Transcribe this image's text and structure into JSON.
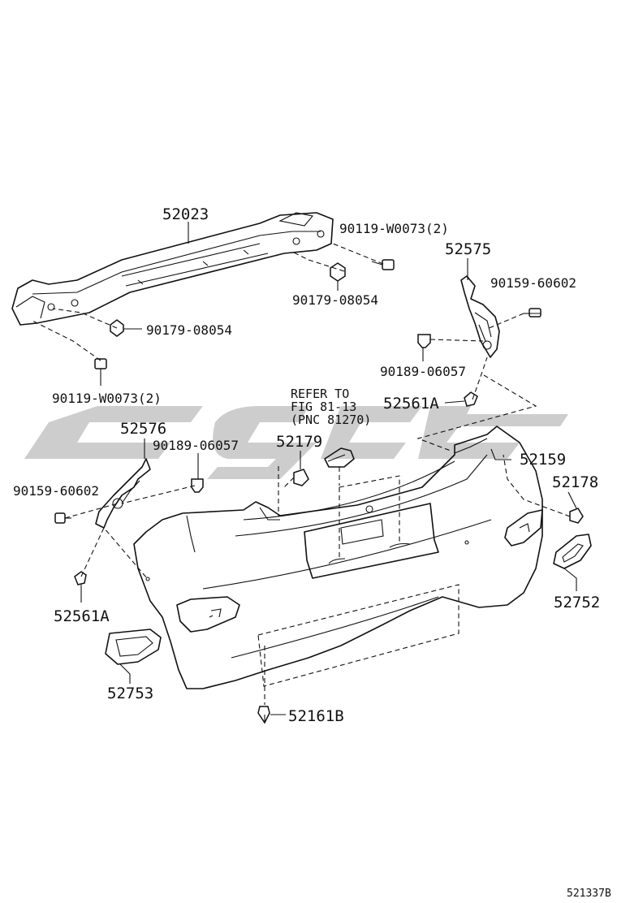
{
  "watermark": "ygt",
  "diagram_code": "521337B",
  "refer_note": [
    "REFER TO",
    "FIG 81-13",
    "(PNC 81270)"
  ],
  "parts": {
    "p52023": "52023",
    "p90119_a": "90119-W0073(2)",
    "p90179_a": "90179-08054",
    "p52575": "52575",
    "p90159_a": "90159-60602",
    "p90179_b": "90179-08054",
    "p90189_a": "90189-06057",
    "p52561A_a": "52561A",
    "p90119_b": "90119-W0073(2)",
    "p52576": "52576",
    "p90189_b": "90189-06057",
    "p52179": "52179",
    "p52159": "52159",
    "p90159_b": "90159-60602",
    "p52178": "52178",
    "p52752": "52752",
    "p52561A_b": "52561A",
    "p52753": "52753",
    "p52161B": "52161B"
  }
}
